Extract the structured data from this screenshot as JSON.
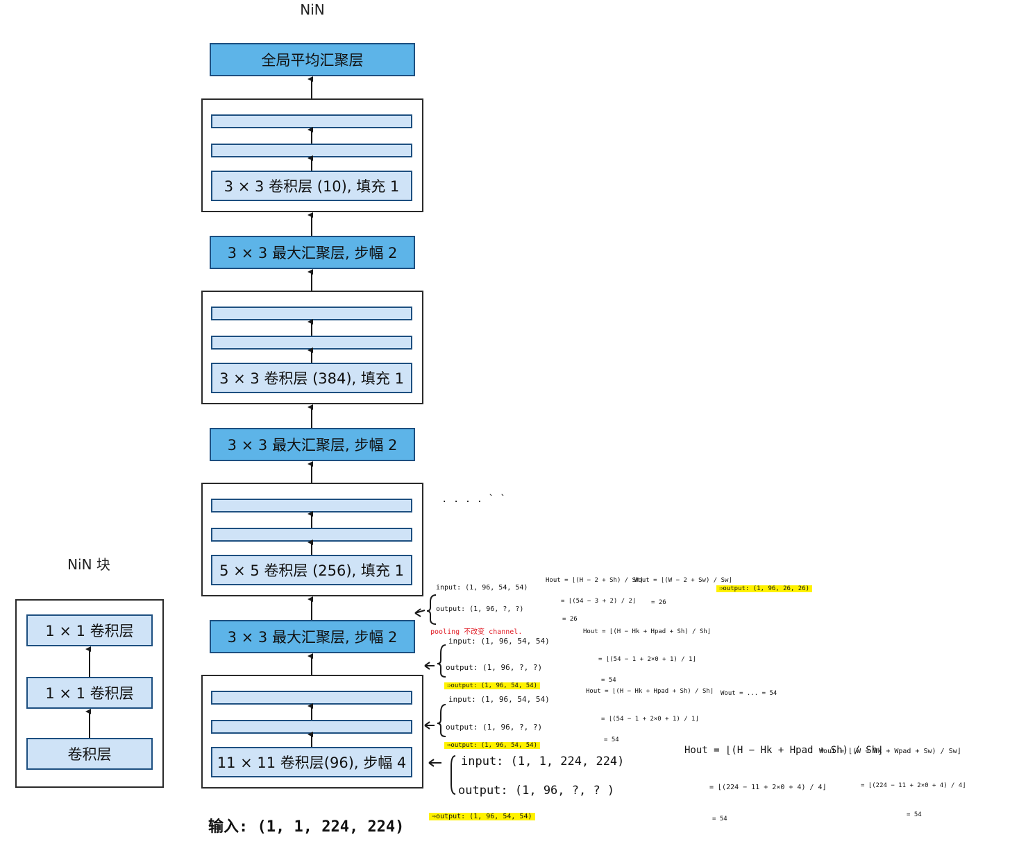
{
  "nin": {
    "title": "NiN",
    "global_pool": "全局平均汇聚层",
    "block4_conv": "3 × 3 卷积层 (10), 填充 1",
    "pool3": "3 × 3 最大汇聚层, 步幅 2",
    "block3_conv": "3 × 3 卷积层 (384), 填充 1",
    "pool2": "3 × 3 最大汇聚层, 步幅 2",
    "block2_conv": "5 × 5 卷积层 (256), 填充 1",
    "pool1": "3 × 3 最大汇聚层, 步幅 2",
    "block1_conv": "11 × 11 卷积层(96), 步幅 4"
  },
  "nin_block": {
    "title": "NiN 块",
    "conv1x1_a": "1 × 1 卷积层",
    "conv1x1_b": "1 × 1 卷积层",
    "conv": "卷积层"
  },
  "notes": {
    "input_label": "输入: (1, 1, 224, 224)",
    "dots": ". . . . ` `",
    "pool1_input": "input: (1, 96, 54, 54)",
    "pool1_output": "output: (1, 96, ?, ?)",
    "pool1_hout": "Hout = ⌊(H − 2 + Sh) / Sh⌋",
    "pool1_hout_sub": "= ⌊(54 − 3 + 2) / 2⌋",
    "pool1_hout_res": "= 26",
    "pool1_wout": "Wout = ⌊(W − 2 + Sw) / Sw⌋",
    "pool1_wout_res": "= 26",
    "pool1_result": "⇒output: (1, 96, 26, 26)",
    "pooling_note": "pooling 不改变 channel.",
    "conv3_input": "input: (1, 96, 54, 54)",
    "conv3_output": "output: (1, 96, ?, ?)",
    "conv3_hout": "Hout = ⌊(H − Hk + Hpad + Sh) / Sh⌋",
    "conv3_hout_sub": "= ⌊(54 − 1 + 2×0 + 1) / 1⌋",
    "conv3_hout_res": "= 54",
    "conv3_result": "⇒output: (1, 96, 54, 54)",
    "conv2_input": "input: (1, 96, 54, 54)",
    "conv2_output": "output: (1, 96, ?, ?)",
    "conv2_hout": "Hout = ⌊(H − Hk + Hpad + Sh) / Sh⌋",
    "conv2_wout": "Wout = ... = 54",
    "conv2_hout_sub": "= ⌊(54 − 1 + 2×0 + 1) / 1⌋",
    "conv2_hout_res": "= 54",
    "conv2_result": "⇒output: (1, 96, 54, 54)",
    "conv1_input": "input:   (1, 1, 224, 224)",
    "conv1_output": "output:  (1, 96, ?, ? )",
    "conv1_hout": "Hout = ⌊(H − Hk + Hpad + Sh) / Sh⌋",
    "conv1_hout_sub": "= ⌊(224 − 11 + 2×0 + 4) / 4⌋",
    "conv1_hout_res": "= 54",
    "conv1_wout": "Wout = ⌊(W − Wk + Wpad + Sw) / Sw⌋",
    "conv1_wout_sub": "= ⌊(224 − 11 + 2×0 + 4) / 4⌋",
    "conv1_wout_res": "= 54",
    "conv1_result": "⇒output: (1, 96, 54, 54)"
  }
}
